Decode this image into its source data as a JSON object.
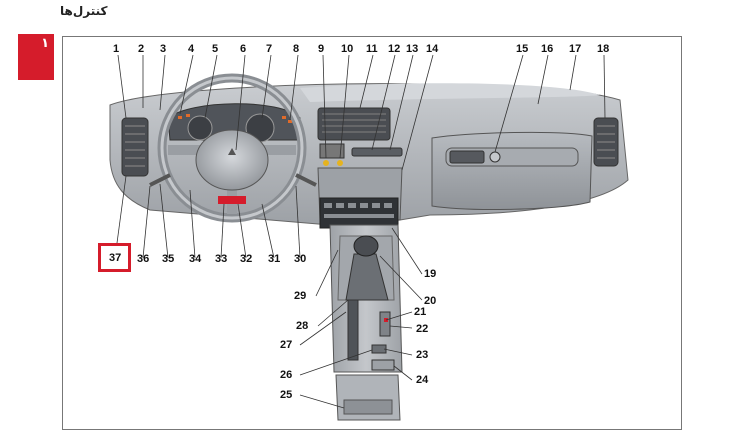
{
  "header": {
    "title": "کنترل‌ها"
  },
  "side_tab": {
    "label": "۱"
  },
  "callouts": [
    "1",
    "2",
    "3",
    "4",
    "5",
    "6",
    "7",
    "8",
    "9",
    "10",
    "11",
    "12",
    "13",
    "14",
    "15",
    "16",
    "17",
    "18",
    "19",
    "20",
    "21",
    "22",
    "23",
    "24",
    "25",
    "26",
    "27",
    "28",
    "29",
    "30",
    "31",
    "32",
    "33",
    "34",
    "35",
    "36",
    "37"
  ],
  "highlight": {
    "number": "37",
    "color": "#d51c2b"
  },
  "colors": {
    "accent": "#d51c2b",
    "dashboard": "#a9adb2",
    "outline": "#555555"
  }
}
